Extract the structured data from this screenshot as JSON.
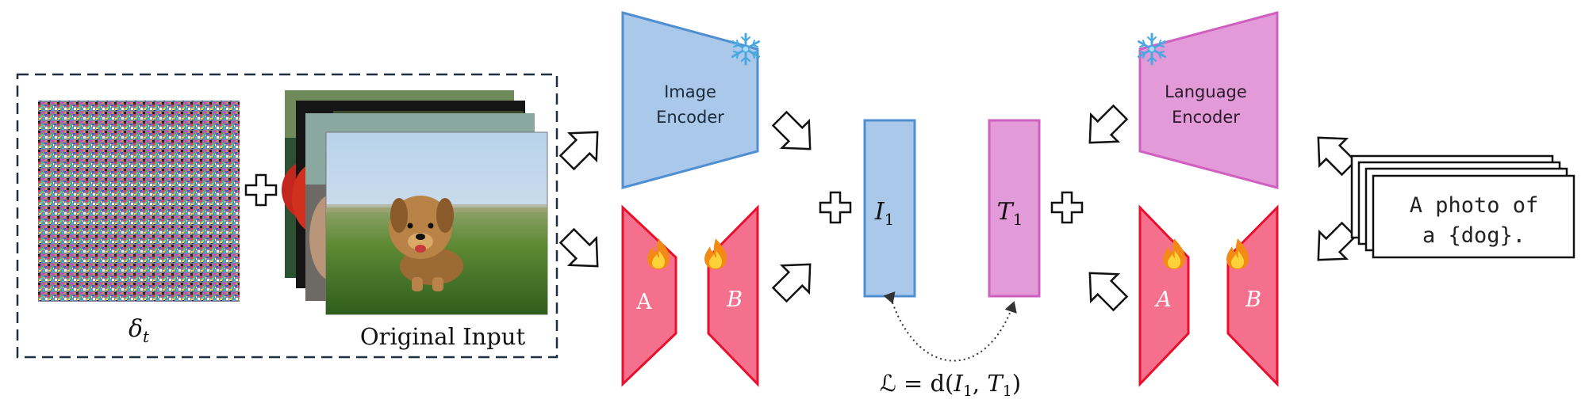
{
  "input_panel": {
    "noise_label": "δ",
    "noise_subscript": "t",
    "original_label": "Original Input"
  },
  "image_encoder": {
    "line1": "Image",
    "line2": "Encoder"
  },
  "language_encoder": {
    "line1": "Language",
    "line2": "Encoder"
  },
  "adapters": {
    "image_a": "A",
    "image_b": "B",
    "text_a": "A",
    "text_b": "B"
  },
  "embeddings": {
    "image_main": "I",
    "image_sub": "1",
    "text_main": "T",
    "text_sub": "1"
  },
  "loss": {
    "prefix": "ℒ = d(",
    "i": "I",
    "i_sub": "1",
    "sep": ", ",
    "t": "T",
    "t_sub": "1",
    "suffix": ")"
  },
  "prompt": {
    "line1": "A photo of",
    "line2": "a {dog}."
  },
  "colors": {
    "image_fill": "#a9c8ea",
    "image_stroke": "#4f8fd0",
    "text_fill": "#e39ad9",
    "text_stroke": "#cf5fc0",
    "lora_fill": "#f4708c",
    "lora_stroke": "#e8102c",
    "frozen_icon": "#4aa7e0"
  },
  "icons": [
    "snowflake-icon",
    "flame-icon",
    "plus-icon",
    "arrow-icon"
  ]
}
